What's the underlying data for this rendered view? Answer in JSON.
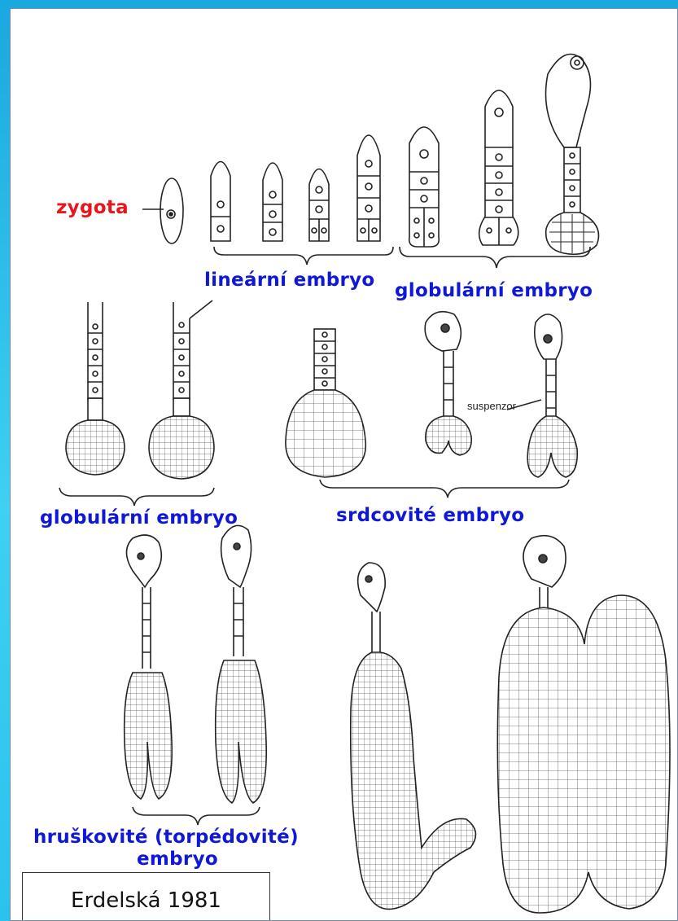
{
  "labels": {
    "zygota": "zygota",
    "linearni": "lineární embryo",
    "globularni_top": "globulární embryo",
    "globularni_mid": "globulární embryo",
    "srdcovite": "srdcovité embryo",
    "suspenzor": "suspenzor",
    "hruskovite_line1": "hruškovité (torpédovité)",
    "hruskovite_line2": "embryo"
  },
  "citation": "Erdelská 1981",
  "colors": {
    "title_red": "#e8151b",
    "label_blue": "#1018d8",
    "background_cyan": "#2bc2ee"
  }
}
